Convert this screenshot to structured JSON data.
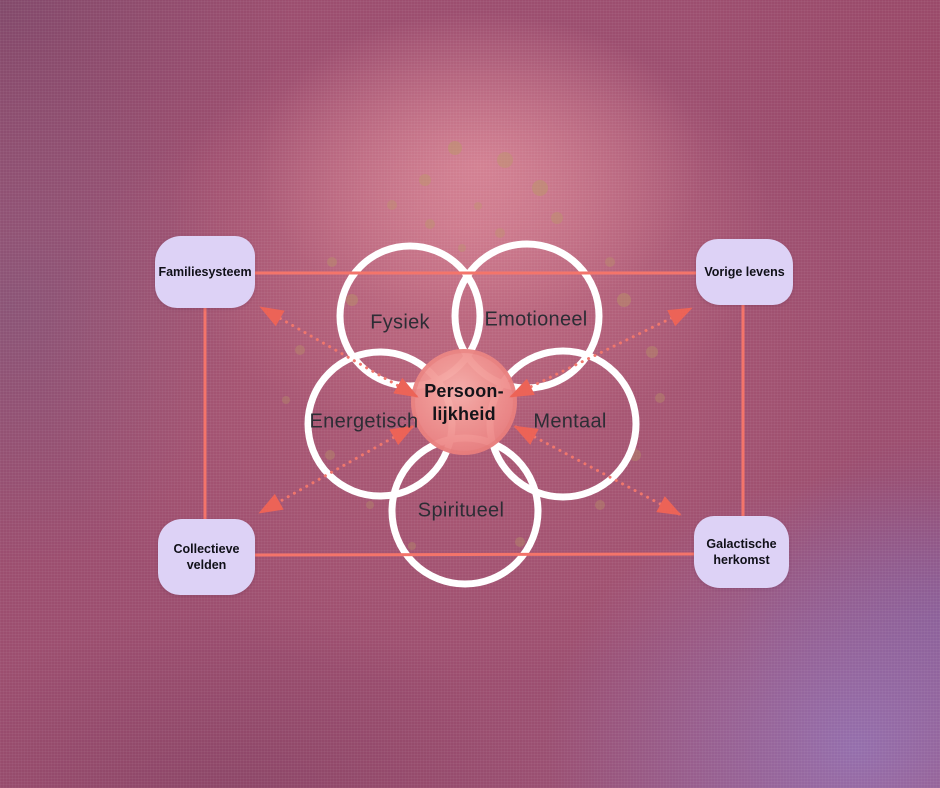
{
  "diagram": {
    "title_hint": "personality-influences-venn-diagram",
    "center": {
      "line1": "Persoon-",
      "line2": "lijkheid"
    },
    "petals": [
      {
        "id": "fysiek",
        "label": "Fysiek"
      },
      {
        "id": "emotioneel",
        "label": "Emotioneel"
      },
      {
        "id": "energetisch",
        "label": "Energetisch"
      },
      {
        "id": "mentaal",
        "label": "Mentaal"
      },
      {
        "id": "spiritueel",
        "label": "Spiritueel"
      }
    ],
    "corners": [
      {
        "id": "familiesysteem",
        "label": "Familiesysteem",
        "position": "top-left"
      },
      {
        "id": "vorige-levens",
        "label": "Vorige levens",
        "position": "top-right"
      },
      {
        "id": "collectieve-velden",
        "label": "Collectieve velden",
        "position": "bottom-left"
      },
      {
        "id": "galactische-herkomst",
        "label": "Galactische herkomst",
        "position": "bottom-right"
      }
    ],
    "connectors": {
      "solid_rectangle": "links the four corner nodes",
      "dotted_double_arrows": "between center circle and each corner node"
    }
  },
  "colors": {
    "background_base": "#9c4e6f",
    "background_purple_corner": "#8f6fa3",
    "connector_line": "#f4746a",
    "arrowhead": "#ec6357",
    "circle_stroke": "#ffffff",
    "center_fill": "#f0908e",
    "corner_node_bg": "#ddd2f6",
    "corner_node_text": "#101018",
    "petal_text": "#2d2d35",
    "gold_speckle": "#b99b63"
  }
}
